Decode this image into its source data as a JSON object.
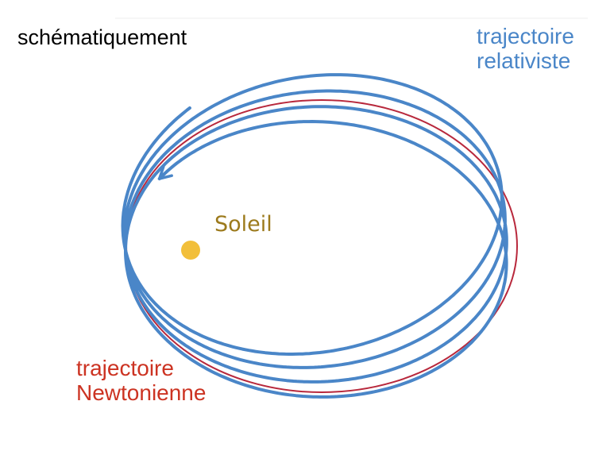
{
  "labels": {
    "title": "schématiquement",
    "relativistic_line1": "trajectoire",
    "relativistic_line2": "relativiste",
    "newtonian_line1": "trajectoire",
    "newtonian_line2": "Newtonienne",
    "sun": "Soleil"
  },
  "colors": {
    "relativistic": "#4a86c8",
    "newtonian": "#b8283c",
    "sun_fill": "#f2bf3a",
    "sun_text": "#9c7a1c",
    "title_text": "#000000",
    "relativistic_text": "#4a86c8",
    "newtonian_text": "#cc3322"
  }
}
